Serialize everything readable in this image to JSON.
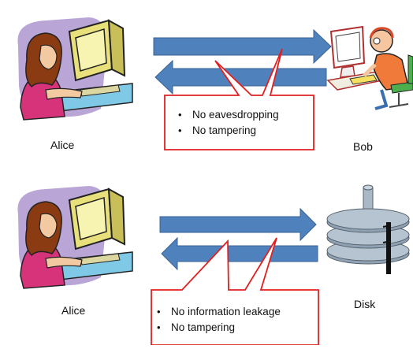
{
  "scenes": [
    {
      "left_label": "Alice",
      "right_label": "Bob",
      "properties": [
        "No eavesdropping",
        "No tampering"
      ]
    },
    {
      "left_label": "Alice",
      "right_label": "Disk",
      "properties": [
        "No information leakage",
        "No tampering"
      ]
    }
  ],
  "colors": {
    "arrow_fill": "#4f81bd",
    "arrow_stroke": "#3a6394",
    "callout_border": "#e02020"
  },
  "icons": {
    "left": "person-at-computer-icon",
    "top_right": "person-at-computer-icon",
    "bottom_right": "disk-platters-icon"
  }
}
